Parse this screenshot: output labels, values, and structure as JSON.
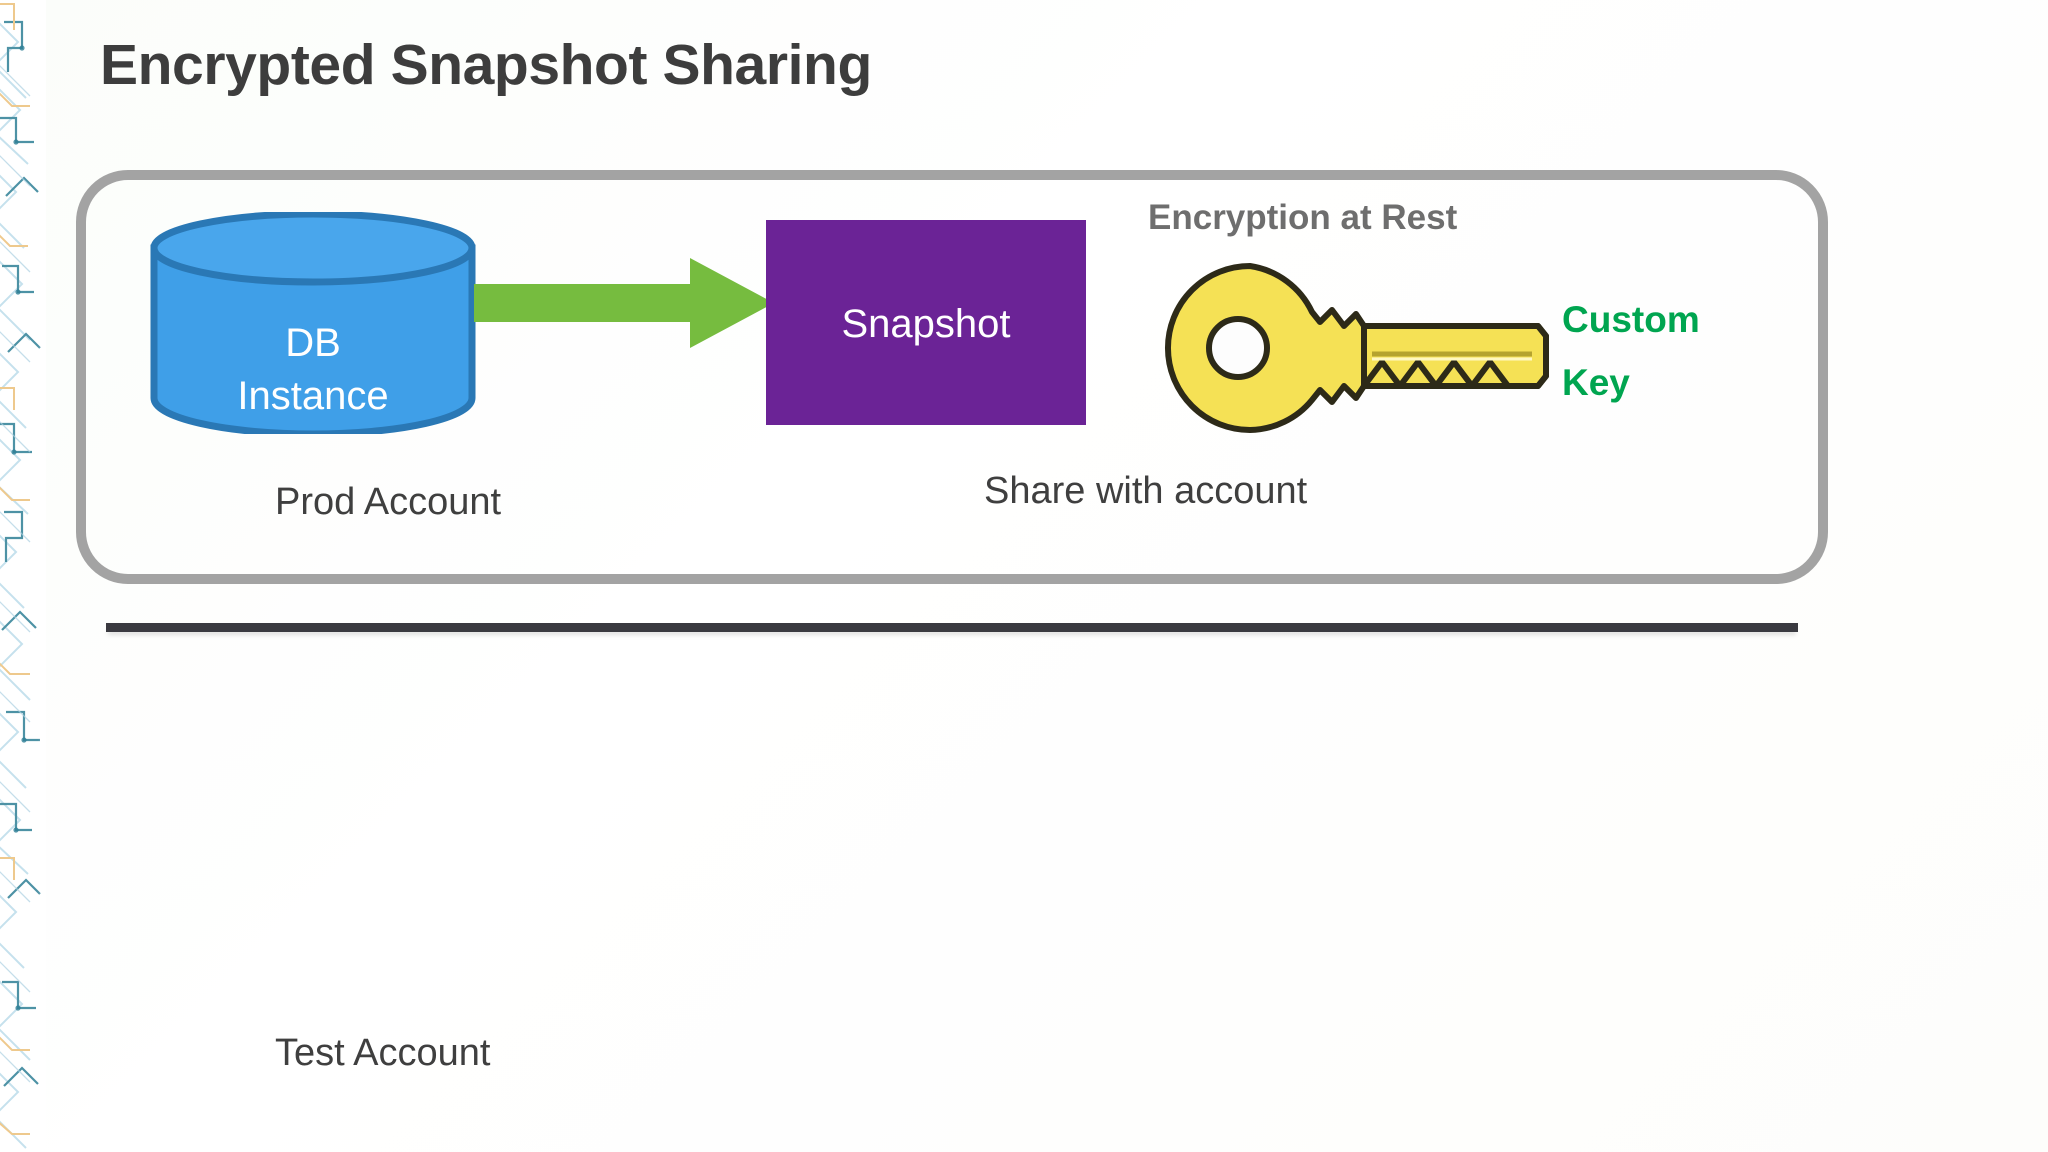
{
  "slide": {
    "title": "Encrypted Snapshot Sharing",
    "background_color": "#fafcfa"
  },
  "decoration": {
    "edge_strip": "circuit-pattern-strip",
    "edge_colors": [
      "#9fd3e0",
      "#2f7f96",
      "#e9b96a",
      "#b8d9ea"
    ]
  },
  "prod_section": {
    "container_border_color": "#a3a3a3",
    "database": {
      "icon": "database-cylinder-icon",
      "line1": "DB",
      "line2": "Instance",
      "fill_color": "#3f9fe8",
      "stroke_color": "#2a78b5",
      "text_color": "#ffffff"
    },
    "arrow": {
      "icon": "right-arrow-icon",
      "color": "#76bc3f"
    },
    "snapshot": {
      "label": "Snapshot",
      "fill_color": "#6b2396",
      "text_color": "#ffffff"
    },
    "encryption_header": "Encryption at Rest",
    "encryption_header_color": "#6e6e6e",
    "key": {
      "icon": "key-icon",
      "fill_color": "#f5e155",
      "stroke_color": "#2f2a18",
      "hole_color": "#ffffff"
    },
    "custom_key": {
      "line1": "Custom",
      "line2": "Key",
      "color": "#00a550"
    },
    "prod_account_caption": "Prod Account",
    "share_caption": "Share with account"
  },
  "divider": {
    "color": "#3a3a40"
  },
  "test_section": {
    "test_account_caption": "Test Account"
  }
}
